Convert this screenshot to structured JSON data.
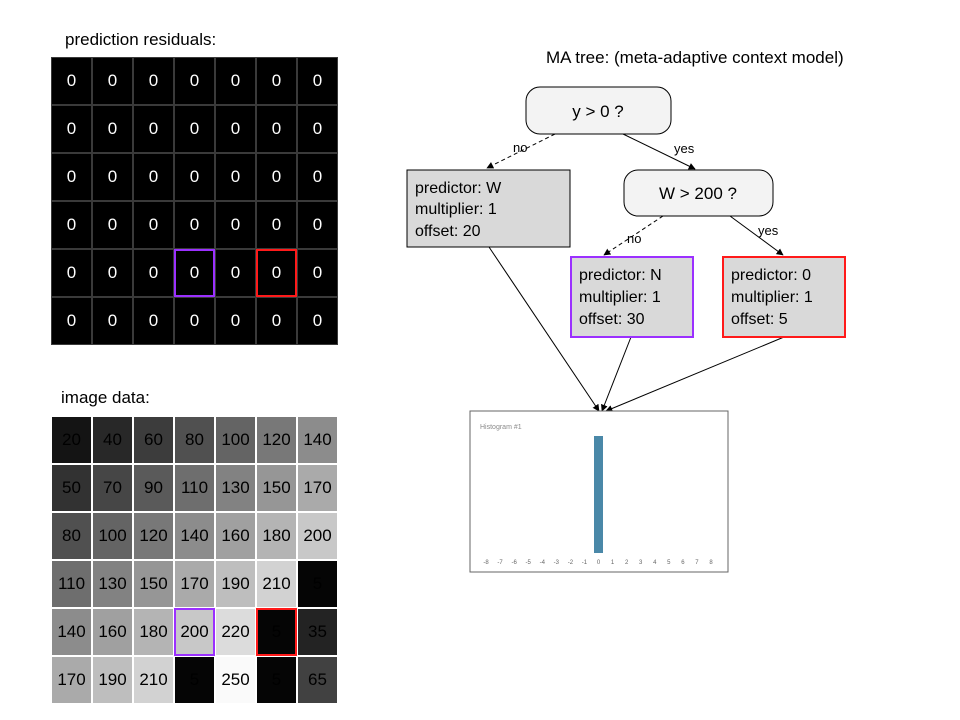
{
  "residuals": {
    "label": "prediction residuals:",
    "rows": [
      [
        "0",
        "0",
        "0",
        "0",
        "0",
        "0",
        "0"
      ],
      [
        "0",
        "0",
        "0",
        "0",
        "0",
        "0",
        "0"
      ],
      [
        "0",
        "0",
        "0",
        "0",
        "0",
        "0",
        "0"
      ],
      [
        "0",
        "0",
        "0",
        "0",
        "0",
        "0",
        "0"
      ],
      [
        "0",
        "0",
        "0",
        "0",
        "0",
        "0",
        "0"
      ],
      [
        "0",
        "0",
        "0",
        "0",
        "0",
        "0",
        "0"
      ]
    ]
  },
  "image": {
    "label": "image data:",
    "rows": [
      [
        "20",
        "40",
        "60",
        "80",
        "100",
        "120",
        "140"
      ],
      [
        "50",
        "70",
        "90",
        "110",
        "130",
        "150",
        "170"
      ],
      [
        "80",
        "100",
        "120",
        "140",
        "160",
        "180",
        "200"
      ],
      [
        "110",
        "130",
        "150",
        "170",
        "190",
        "210",
        "5"
      ],
      [
        "140",
        "160",
        "180",
        "200",
        "220",
        "5",
        "35"
      ],
      [
        "170",
        "190",
        "210",
        "5",
        "250",
        "5",
        "65"
      ]
    ]
  },
  "highlights": [
    {
      "row": 4,
      "col": 3,
      "color": "#9b30ff"
    },
    {
      "row": 4,
      "col": 5,
      "color": "#ff1a1a"
    }
  ],
  "tree": {
    "title": "MA tree: (meta-adaptive context model)",
    "root_question": "y > 0 ?",
    "root_no": "no",
    "root_yes": "yes",
    "inner_question": "W > 200 ?",
    "inner_no": "no",
    "inner_yes": "yes",
    "leaf_w": {
      "predictor": "predictor: W",
      "multiplier": "multiplier: 1",
      "offset": "offset: 20"
    },
    "leaf_n": {
      "predictor": "predictor: N",
      "multiplier": "multiplier: 1",
      "offset": "offset: 30"
    },
    "leaf_zero": {
      "predictor": "predictor: 0",
      "multiplier": "multiplier: 1",
      "offset": "offset: 5"
    }
  },
  "histogram": {
    "title": "Histogram #1",
    "ticks": [
      "-8",
      "-7",
      "-6",
      "-5",
      "-4",
      "-3",
      "-2",
      "-1",
      "0",
      "1",
      "2",
      "3",
      "4",
      "5",
      "6",
      "7",
      "8"
    ],
    "bar_index": 8,
    "bar_fraction": 1.0,
    "bar_color": "#4a88a8"
  },
  "colors": {
    "leaf_fill": "#d9d9d9",
    "decision_fill": "#f3f3f3",
    "purple": "#9b30ff",
    "red": "#ff1a1a"
  }
}
